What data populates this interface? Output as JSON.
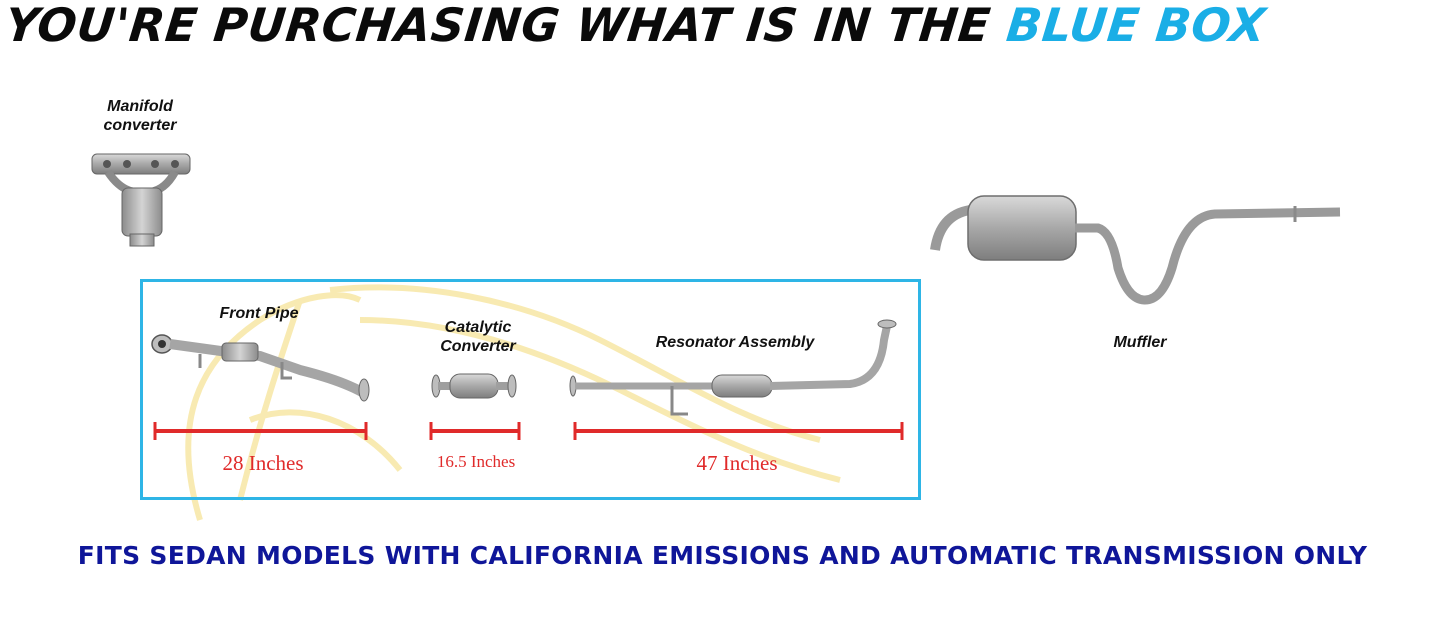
{
  "headline": {
    "main_text": "YOU'RE PURCHASING WHAT IS IN THE",
    "accent_text": "BLUE BOX"
  },
  "parts": {
    "manifold_converter": "Manifold converter",
    "front_pipe": "Front Pipe",
    "catalytic_converter": "Catalytic Converter",
    "resonator_assembly": "Resonator Assembly",
    "muffler": "Muffler"
  },
  "dimensions": {
    "front_pipe": "28 Inches",
    "catalytic_converter": "16.5 Inches",
    "resonator_assembly": "47 Inches"
  },
  "footer": {
    "fitment_note": "FITS SEDAN MODELS WITH CALIFORNIA EMISSIONS AND AUTOMATIC TRANSMISSION ONLY"
  },
  "colors": {
    "accent": "#1aaee6",
    "box_border": "#2eb5e6",
    "dimension": "#e02a2a",
    "footer_text": "#0f1699",
    "watermark": "#f5e08a"
  }
}
